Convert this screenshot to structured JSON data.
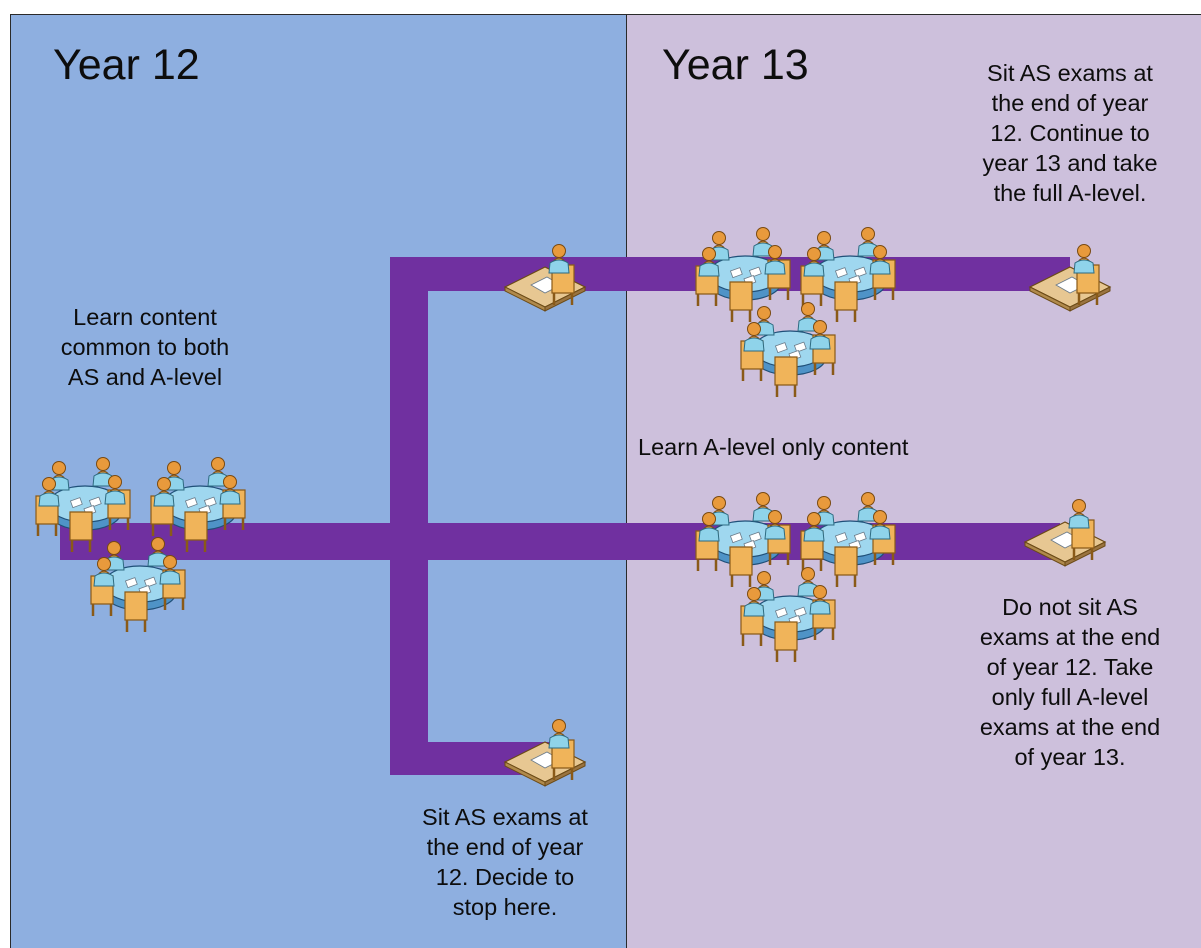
{
  "colors": {
    "year12_bg": "#8eafe0",
    "year13_bg": "#cdc0dc",
    "path": "#7030a0"
  },
  "headings": {
    "year12": "Year 12",
    "year13": "Year 13"
  },
  "notes": {
    "learn_common": "Learn content\ncommon to both\nAS and A-level",
    "sit_as_continue": "Sit AS exams at\nthe end of year\n12. Continue to\nyear 13 and take\nthe full A-level.",
    "learn_alevel_only": "Learn A-level only content",
    "do_not_sit_as": "Do not sit AS\nexams at the end\nof year 12. Take\nonly full A-level\nexams at the end\nof year 13.",
    "sit_as_stop": "Sit AS exams at\nthe end of year\n12. Decide to\nstop here."
  },
  "icons": {
    "study_group": "group-study-table-icon",
    "exam_desk": "exam-desk-icon"
  }
}
